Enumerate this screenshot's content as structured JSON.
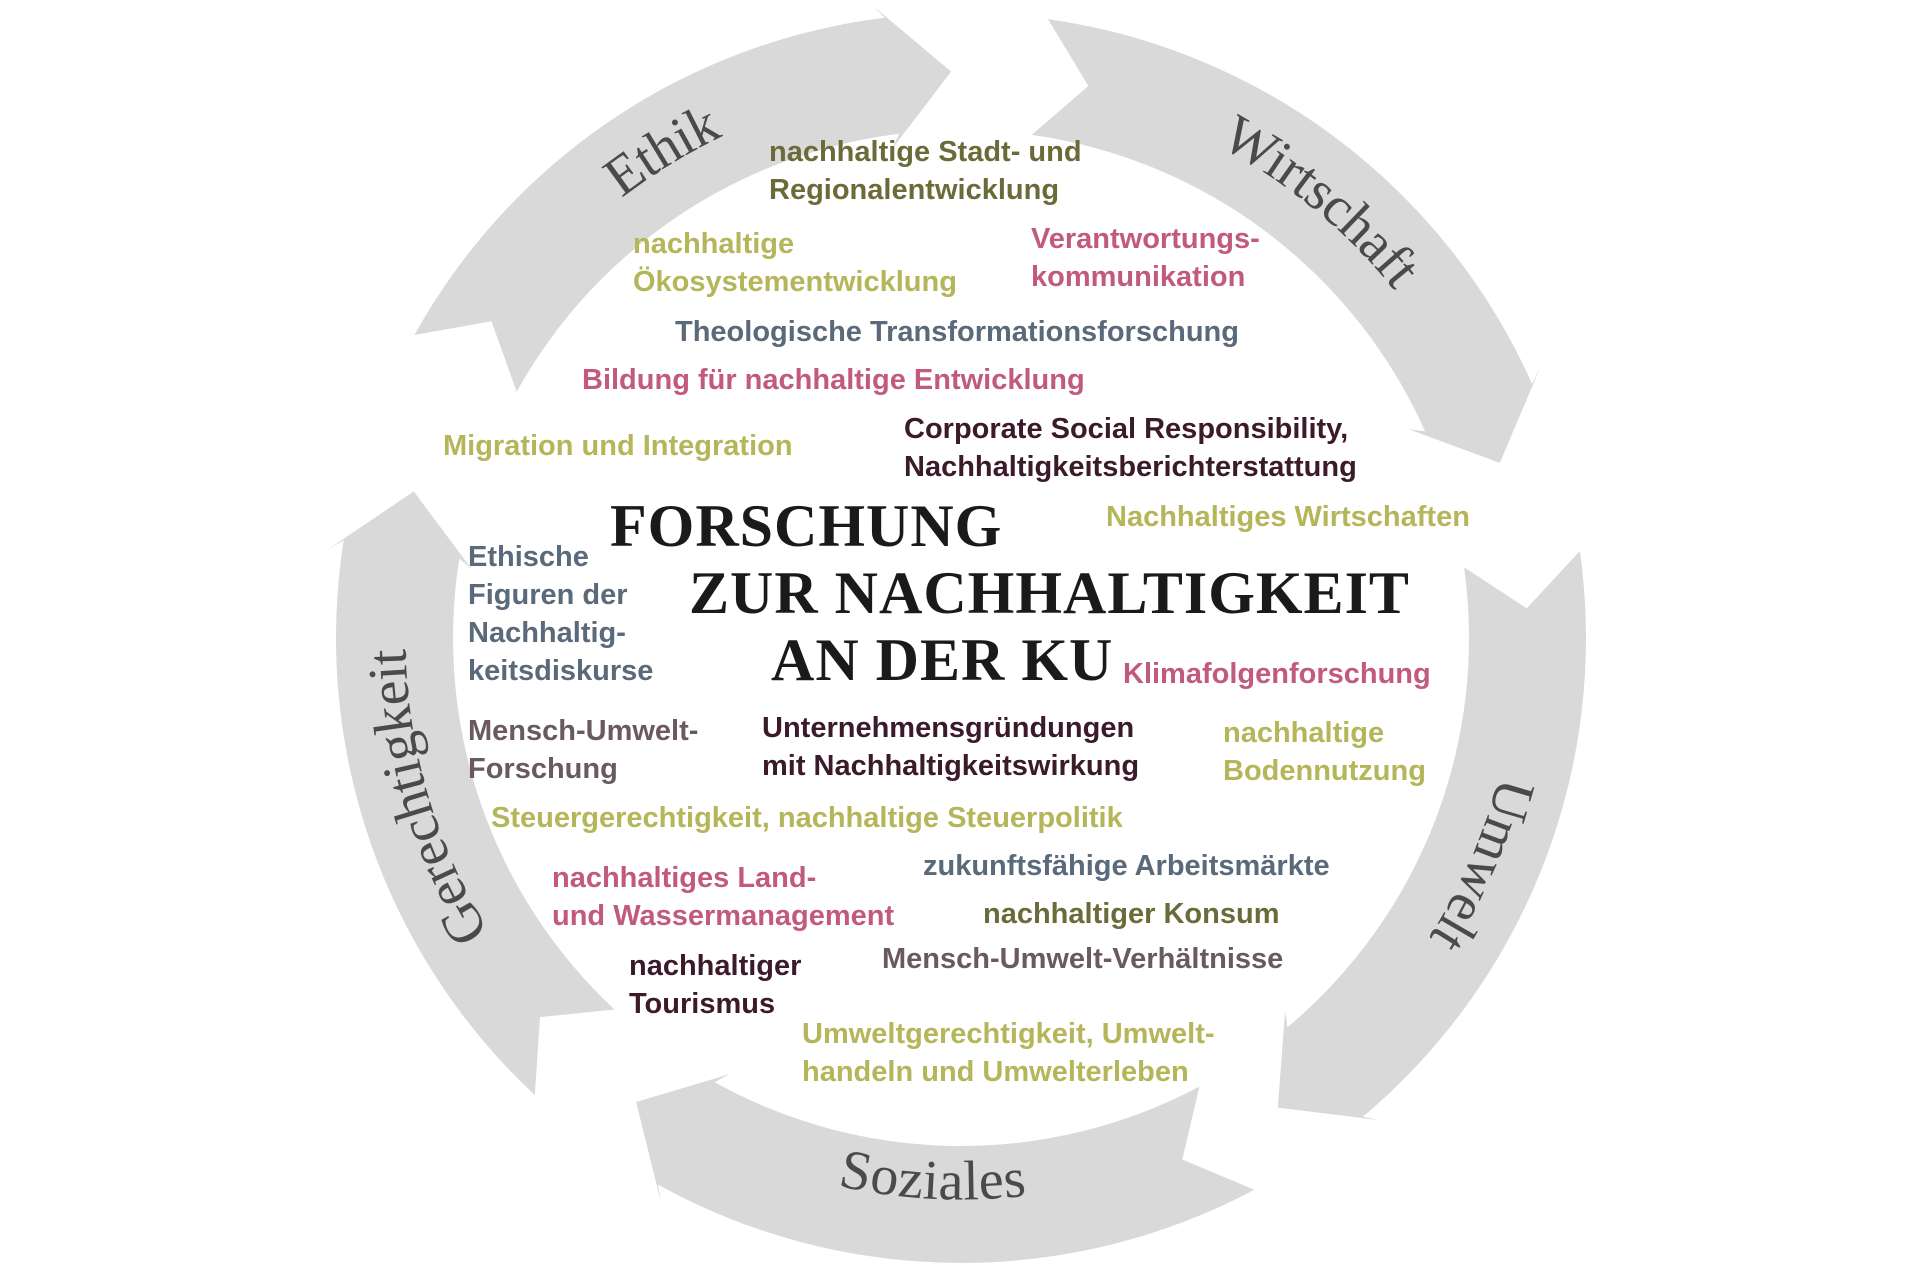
{
  "colors": {
    "ring": "#d9d9d9",
    "olive": "#6b6b3a",
    "yellow": "#b5b55a",
    "pink": "#c15a7d",
    "slate": "#5a6a7a",
    "maroon": "#3b1a2a",
    "taupe": "#6a5a60"
  },
  "segments": [
    {
      "label": "Ethik"
    },
    {
      "label": "Wirtschaft"
    },
    {
      "label": "Umwelt"
    },
    {
      "label": "Soziales"
    },
    {
      "label": "Gerechtigkeit"
    }
  ],
  "title": [
    "FORSCHUNG",
    "ZUR NACHHALTIGKEIT",
    "AN DER KU"
  ],
  "topics": [
    {
      "lines": [
        "nachhaltige Stadt- und",
        "Regionalentwicklung"
      ],
      "color": "olive"
    },
    {
      "lines": [
        "nachhaltige",
        "Ökosystementwicklung"
      ],
      "color": "yellow"
    },
    {
      "lines": [
        "Verantwortungs-",
        "kommunikation"
      ],
      "color": "pink"
    },
    {
      "lines": [
        "Theologische Transformationsforschung"
      ],
      "color": "slate"
    },
    {
      "lines": [
        "Bildung für nachhaltige Entwicklung"
      ],
      "color": "pink"
    },
    {
      "lines": [
        "Migration und Integration"
      ],
      "color": "yellow"
    },
    {
      "lines": [
        "Corporate Social Responsibility,",
        "Nachhaltigkeitsberichterstattung"
      ],
      "color": "maroon"
    },
    {
      "lines": [
        "Nachhaltiges Wirtschaften"
      ],
      "color": "yellow"
    },
    {
      "lines": [
        "Ethische",
        "Figuren der",
        "Nachhaltig-",
        "keitsdiskurse"
      ],
      "color": "slate"
    },
    {
      "lines": [
        "Klimafolgenforschung"
      ],
      "color": "pink"
    },
    {
      "lines": [
        "Mensch-Umwelt-",
        "Forschung"
      ],
      "color": "taupe"
    },
    {
      "lines": [
        "Unternehmensgründungen",
        "mit Nachhaltigkeitswirkung"
      ],
      "color": "maroon"
    },
    {
      "lines": [
        "nachhaltige",
        "Bodennutzung"
      ],
      "color": "yellow"
    },
    {
      "lines": [
        "Steuergerechtigkeit, nachhaltige Steuerpolitik"
      ],
      "color": "yellow"
    },
    {
      "lines": [
        "zukunftsfähige Arbeitsmärkte"
      ],
      "color": "slate"
    },
    {
      "lines": [
        "nachhaltiges Land-",
        "und Wassermanagement"
      ],
      "color": "pink"
    },
    {
      "lines": [
        "nachhaltiger Konsum"
      ],
      "color": "olive"
    },
    {
      "lines": [
        "Mensch-Umwelt-Verhältnisse"
      ],
      "color": "taupe"
    },
    {
      "lines": [
        "nachhaltiger",
        "Tourismus"
      ],
      "color": "maroon"
    },
    {
      "lines": [
        "Umweltgerechtigkeit, Umwelt-",
        "handeln und Umwelterleben"
      ],
      "color": "yellow"
    }
  ]
}
